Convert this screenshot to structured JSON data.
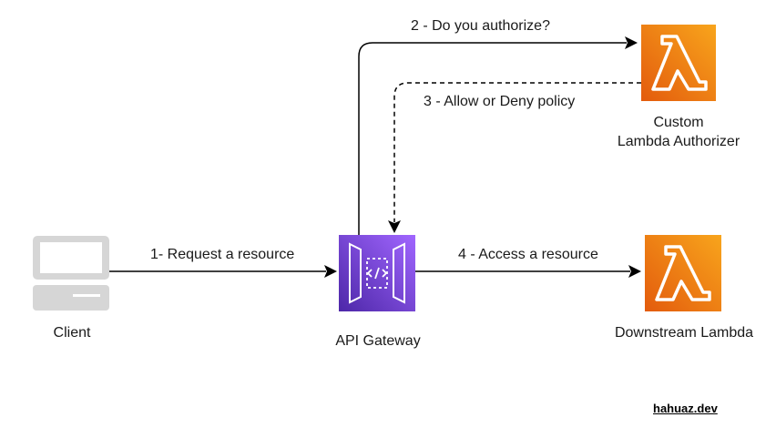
{
  "nodes": {
    "client": {
      "label": "Client",
      "icon": "laptop-icon"
    },
    "gateway": {
      "label": "API Gateway",
      "icon": "api-gateway-icon",
      "color": "#7b2ff0"
    },
    "authorizer": {
      "label_line1": "Custom",
      "label_line2": "Lambda Authorizer",
      "icon": "lambda-icon",
      "color": "#f07d15"
    },
    "downstream": {
      "label": "Downstream Lambda",
      "icon": "lambda-icon",
      "color": "#f07d15"
    }
  },
  "edges": {
    "step1": "1- Request a resource",
    "step2": "2 - Do you authorize?",
    "step3": "3 - Allow or Deny policy",
    "step4": "4 - Access a resource"
  },
  "credit": "hahuaz.dev"
}
